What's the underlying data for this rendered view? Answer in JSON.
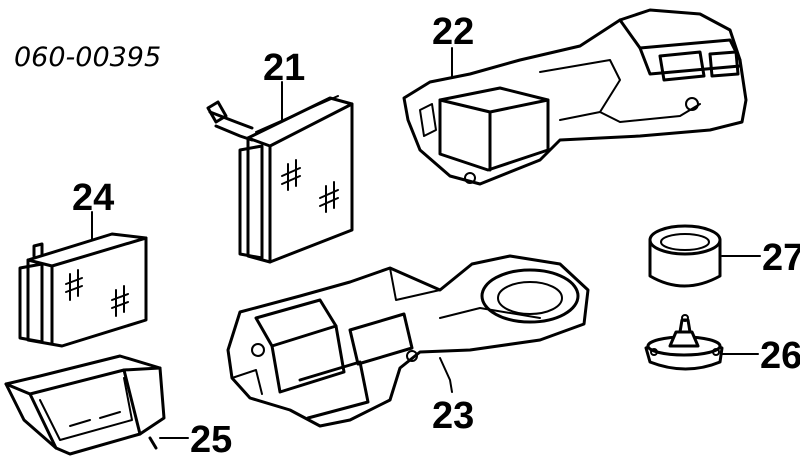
{
  "diagram": {
    "reference_code": "060-00395",
    "callouts": [
      {
        "id": "21",
        "label": "21"
      },
      {
        "id": "22",
        "label": "22"
      },
      {
        "id": "23",
        "label": "23"
      },
      {
        "id": "24",
        "label": "24"
      },
      {
        "id": "25",
        "label": "25"
      },
      {
        "id": "26",
        "label": "26"
      },
      {
        "id": "27",
        "label": "27"
      }
    ]
  }
}
